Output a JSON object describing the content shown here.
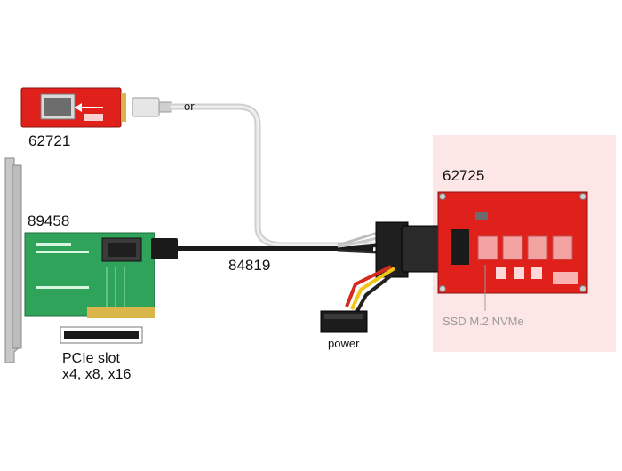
{
  "labels": {
    "adapter_m2": "62721",
    "pcie_card": "89458",
    "cable": "84819",
    "u2_adapter": "62725",
    "or": "or",
    "power": "power",
    "pcie_slot": "PCIe slot",
    "pcie_lanes": "x4, x8, x16",
    "ssd": "SSD M.2 NVMe"
  },
  "colors": {
    "red_pcb": "#e0201a",
    "green_pcb": "#2fa35a",
    "highlight_box": "#fde6e6",
    "cable_black": "#1a1a1a",
    "cable_grey": "#d9d9d9",
    "bracket": "#b9b9b9",
    "power_red": "#d42a1f",
    "power_yellow": "#f2c416",
    "power_black": "#222222"
  }
}
